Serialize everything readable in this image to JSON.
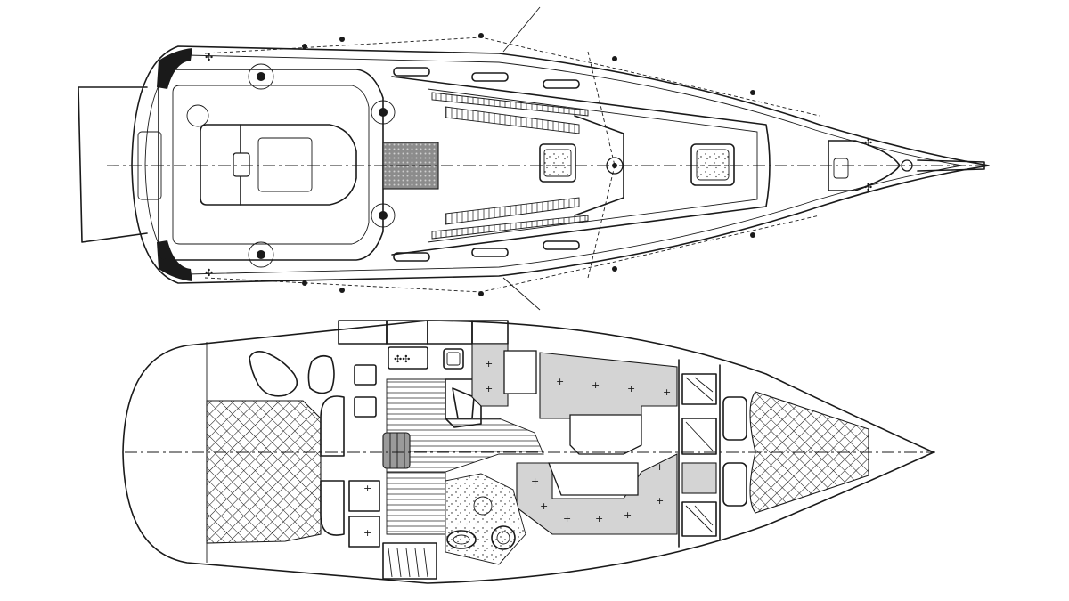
{
  "diagram": {
    "views": [
      {
        "id": "deck-plan",
        "kind": "top deck plan"
      },
      {
        "id": "interior-layout",
        "kind": "interior accommodation plan"
      }
    ],
    "colors": {
      "line": "#1a1a1a",
      "background": "#ffffff",
      "upholstery": "#d4d4d4",
      "grating": "#9a9a9a"
    },
    "icons": [
      "winch-icon",
      "hatch-icon",
      "stove-icon",
      "sink-icon",
      "toilet-icon",
      "sail-bag-icon",
      "cushion-star-icon"
    ]
  }
}
